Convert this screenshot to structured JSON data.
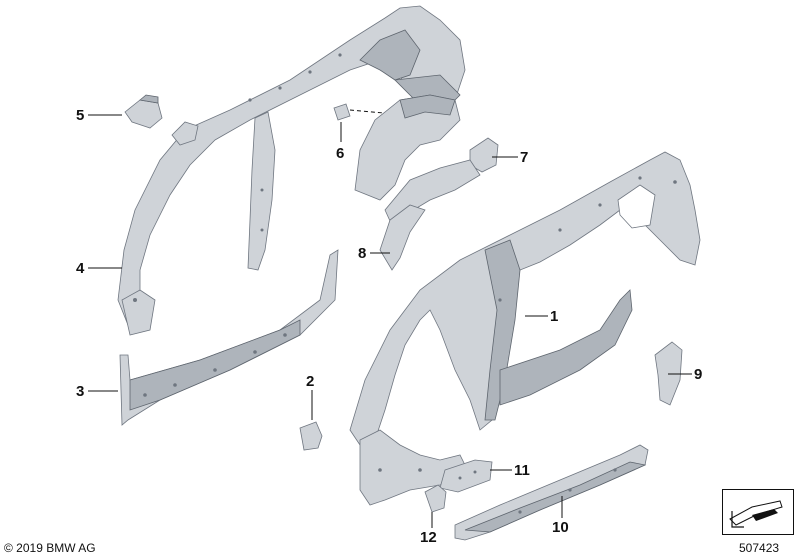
{
  "callouts": [
    {
      "id": "1",
      "label": "1"
    },
    {
      "id": "2",
      "label": "2"
    },
    {
      "id": "3",
      "label": "3"
    },
    {
      "id": "4",
      "label": "4"
    },
    {
      "id": "5",
      "label": "5"
    },
    {
      "id": "6",
      "label": "6"
    },
    {
      "id": "7",
      "label": "7"
    },
    {
      "id": "8",
      "label": "8"
    },
    {
      "id": "9",
      "label": "9"
    },
    {
      "id": "10",
      "label": "10"
    },
    {
      "id": "11",
      "label": "11"
    },
    {
      "id": "12",
      "label": "12"
    }
  ],
  "footer": {
    "copyright": "© 2019 BMW AG",
    "drawing_number": "507423"
  },
  "colors": {
    "metal": "#cfd3d8",
    "metal_dark": "#aeb4bb",
    "outline": "#6f7680",
    "text": "#111111"
  }
}
